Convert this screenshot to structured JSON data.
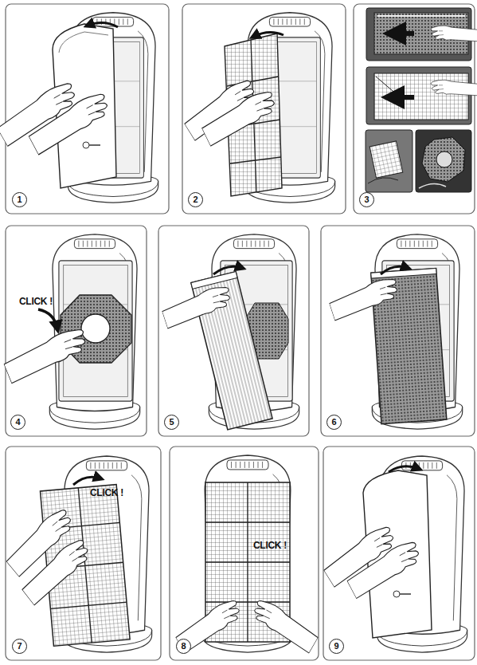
{
  "diagram": {
    "nodes": [
      {
        "text": [
          "1"
        ]
      },
      {
        "text": [
          "2"
        ]
      },
      {
        "text": [
          "3"
        ]
      },
      {
        "text": [
          "4"
        ]
      },
      {
        "text": [
          "5"
        ]
      },
      {
        "text": [
          "6"
        ]
      },
      {
        "text": [
          "7"
        ]
      },
      {
        "text": [
          "8"
        ]
      },
      {
        "text": [
          "9"
        ]
      }
    ],
    "labels": [
      "CLICK !",
      "CLICK !",
      "CLICK !"
    ]
  }
}
